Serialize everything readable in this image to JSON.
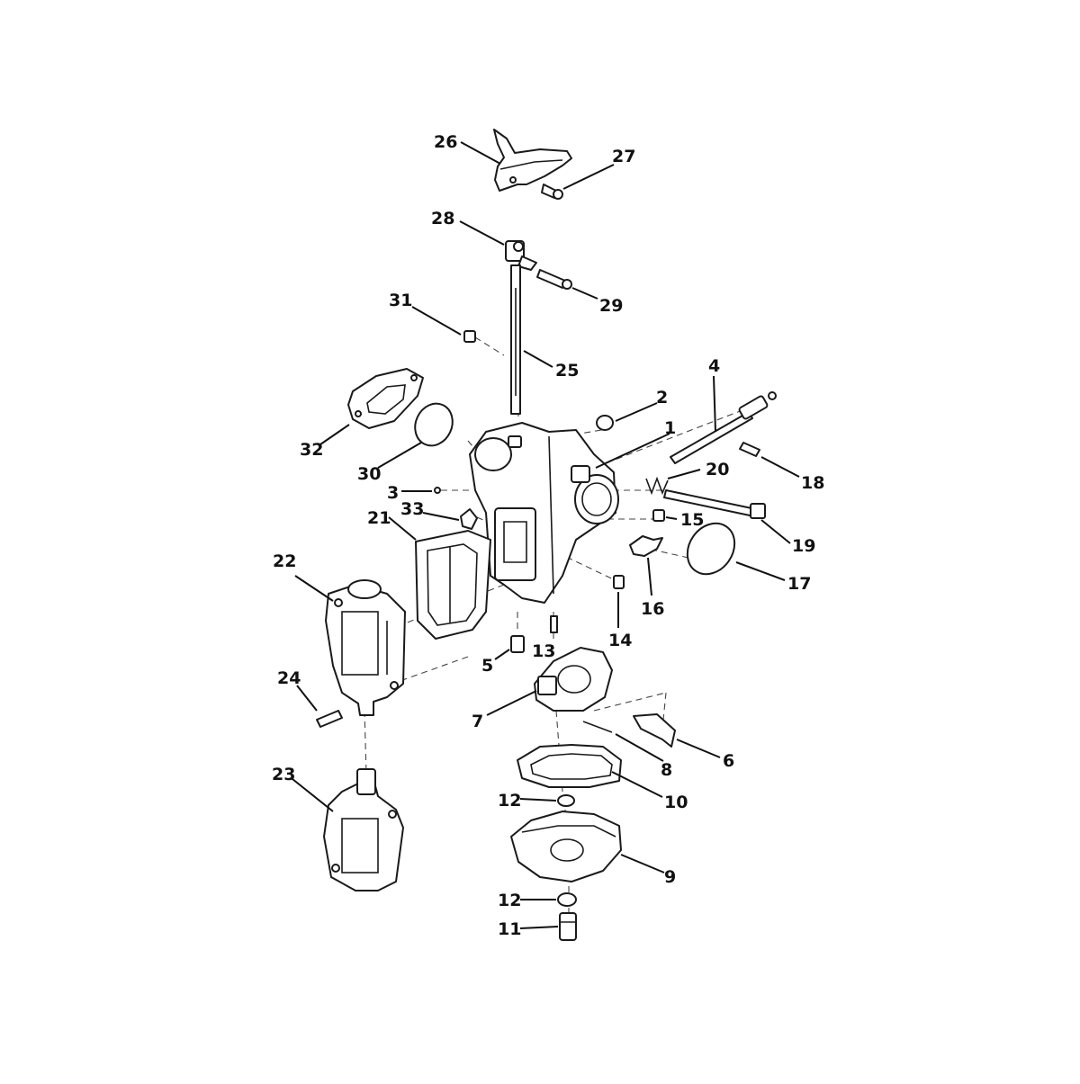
{
  "diagram": {
    "callouts": [
      {
        "id": "c26",
        "label": "26",
        "part": "26"
      },
      {
        "id": "c27",
        "label": "27",
        "part": "27"
      },
      {
        "id": "c28",
        "label": "28",
        "part": "28"
      },
      {
        "id": "c29",
        "label": "29",
        "part": "29"
      },
      {
        "id": "c31",
        "label": "31",
        "part": "31"
      },
      {
        "id": "c25",
        "label": "25",
        "part": "25"
      },
      {
        "id": "c4",
        "label": "4",
        "part": "4"
      },
      {
        "id": "c2",
        "label": "2",
        "part": "2"
      },
      {
        "id": "c1",
        "label": "1",
        "part": "1"
      },
      {
        "id": "c32",
        "label": "32",
        "part": "32"
      },
      {
        "id": "c30",
        "label": "30",
        "part": "30"
      },
      {
        "id": "c20",
        "label": "20",
        "part": "20"
      },
      {
        "id": "c18",
        "label": "18",
        "part": "18"
      },
      {
        "id": "c3",
        "label": "3",
        "part": "3"
      },
      {
        "id": "c33",
        "label": "33",
        "part": "33"
      },
      {
        "id": "c21",
        "label": "21",
        "part": "21"
      },
      {
        "id": "c15",
        "label": "15",
        "part": "15"
      },
      {
        "id": "c19",
        "label": "19",
        "part": "19"
      },
      {
        "id": "c17",
        "label": "17",
        "part": "17"
      },
      {
        "id": "c22",
        "label": "22",
        "part": "22"
      },
      {
        "id": "c16",
        "label": "16",
        "part": "16"
      },
      {
        "id": "c14",
        "label": "14",
        "part": "14"
      },
      {
        "id": "c13",
        "label": "13",
        "part": "13"
      },
      {
        "id": "c5",
        "label": "5",
        "part": "5"
      },
      {
        "id": "c24",
        "label": "24",
        "part": "24"
      },
      {
        "id": "c7",
        "label": "7",
        "part": "7"
      },
      {
        "id": "c8",
        "label": "8",
        "part": "8"
      },
      {
        "id": "c6",
        "label": "6",
        "part": "6"
      },
      {
        "id": "c23",
        "label": "23",
        "part": "23"
      },
      {
        "id": "c12a",
        "label": "12",
        "part": "12"
      },
      {
        "id": "c10",
        "label": "10",
        "part": "10"
      },
      {
        "id": "c9",
        "label": "9",
        "part": "9"
      },
      {
        "id": "c12b",
        "label": "12",
        "part": "12"
      },
      {
        "id": "c11",
        "label": "11",
        "part": "11"
      }
    ]
  }
}
